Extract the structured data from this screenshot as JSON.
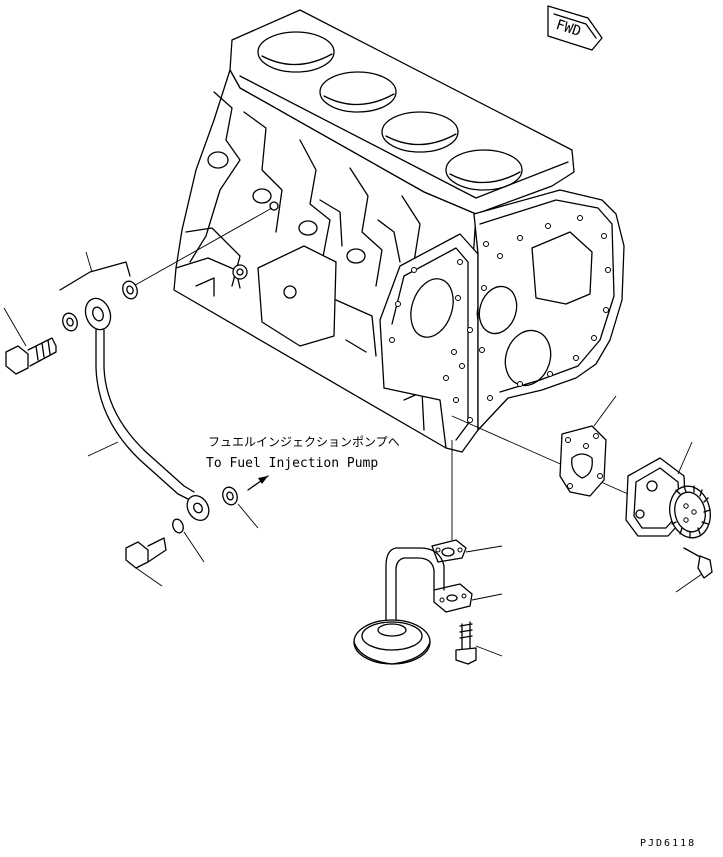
{
  "direction_marker": {
    "label": "FWD"
  },
  "callout": {
    "japanese": "フュエルインジェクションポンプへ",
    "english": "To Fuel Injection Pump"
  },
  "drawing_number": "PJD6118"
}
